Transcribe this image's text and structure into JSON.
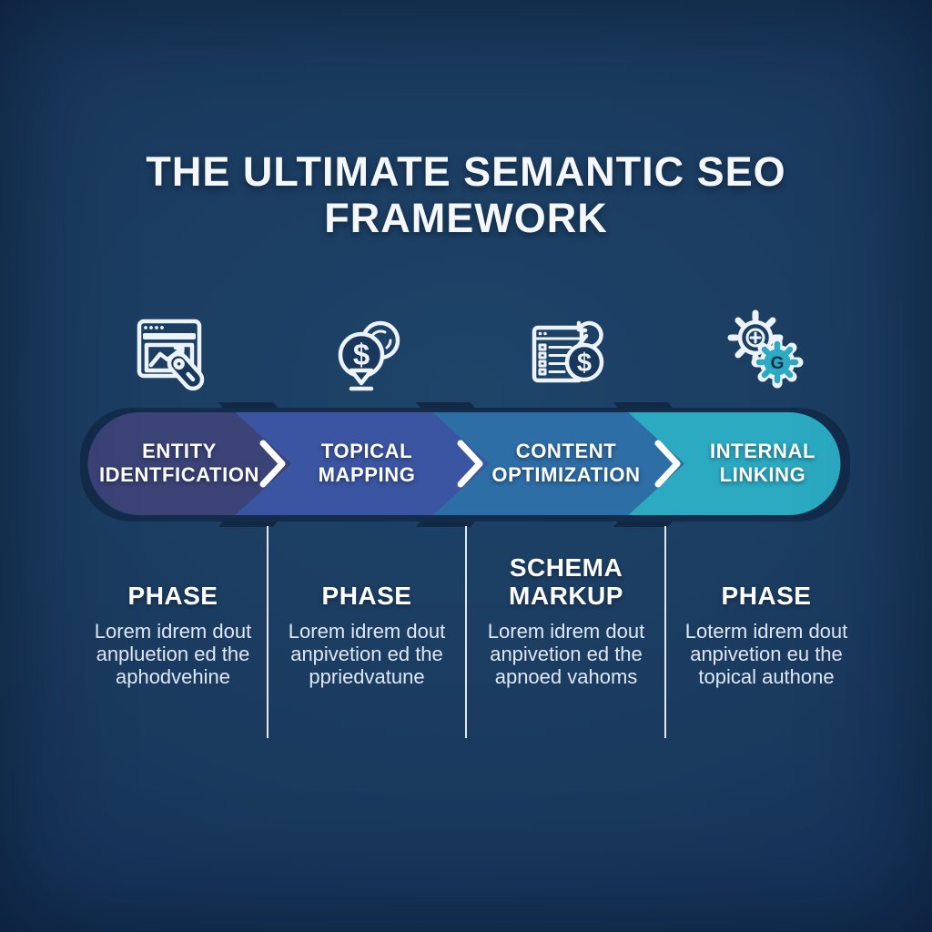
{
  "title": {
    "line1": "THE ULTIMATE SEMANTIC SEO",
    "line2": "FRAMEWORK"
  },
  "glyphs": {
    "dollar": "$",
    "gear_letter": "G"
  },
  "colors": {
    "background_center": "#1e4469",
    "background_edge": "#112c50",
    "band_shadow": "#132c4b",
    "band_shadow_dark": "#122944",
    "divider": "#ffffff",
    "heading_text": "#ffffff",
    "body_text": "#dfe8f4",
    "icon_stroke": "#edf3fa",
    "icon_fill": "#17375c",
    "accent_teal": "#2baac2",
    "gear_letter_color": "#0f2b4c"
  },
  "phases": [
    {
      "id": "entity-identification",
      "icon": "browser-analytics-tag-icon",
      "label1": "ENTITY",
      "label2": "IDENTFICATION",
      "arrow_color": "#3b4377",
      "heading": "PHASE",
      "body1": "Lorem idrem dout",
      "body2": "anpluetion ed the",
      "body3": "aphodvehine"
    },
    {
      "id": "topical-mapping",
      "icon": "dollar-pin-coin-icon",
      "label1": "TOPICAL",
      "label2": "MAPPING",
      "arrow_color": "#3c55a2",
      "heading": "PHASE",
      "body1": "Lorem idrem dout",
      "body2": "anpivetion ed the",
      "body3": "ppriedvatune"
    },
    {
      "id": "content-optimization",
      "icon": "invoice-dollar-coin-icon",
      "label1": "CONTENT",
      "label2": "OPTIMIZATION",
      "arrow_color": "#2e6ea6",
      "heading": "SCHEMA MARKUP",
      "body1": "Lorem idrem dout",
      "body2": "anpivetion ed the",
      "body3": "apnoed vahoms"
    },
    {
      "id": "internal-linking",
      "icon": "gears-icon",
      "label1": "INTERNAL",
      "label2": "LINKING",
      "arrow_color": "#2baac2",
      "heading": "PHASE",
      "body1": "Loterm idrem dout",
      "body2": "anpivetion eu the",
      "body3": "topical authone"
    }
  ]
}
